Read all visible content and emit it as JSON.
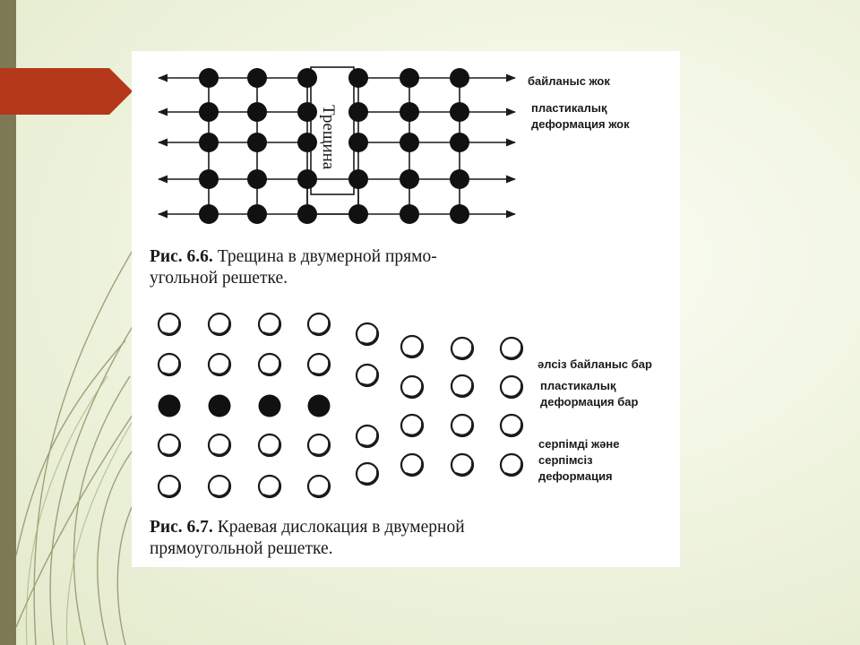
{
  "figure_1": {
    "crack_label": "Трещина",
    "caption_prefix": "Рис. 6.6.",
    "caption_line1": "Трещина в двумерной прямо-",
    "caption_line2": "угольной решетке."
  },
  "figure_2": {
    "caption_prefix": "Рис. 6.7.",
    "caption_line1": "Краевая дислокация в двумерной",
    "caption_line2": "прямоугольной решетке."
  },
  "annotations": {
    "no_bond": "байланыс жок",
    "no_plastic_line1": "пластикалық",
    "no_plastic_line2": "деформация жок",
    "weak_bond": "әлсіз байланыс бар",
    "plastic_yes_line1": "пластикалық",
    "plastic_yes_line2": "деформация бар",
    "elastic_line1": "серпімді және",
    "elastic_line2": "серпімсіз",
    "elastic_line3": "деформация"
  },
  "colors": {
    "accent_tab": "#b5381b",
    "side_bar": "#7e7a56",
    "atom_filled": "#111111"
  }
}
